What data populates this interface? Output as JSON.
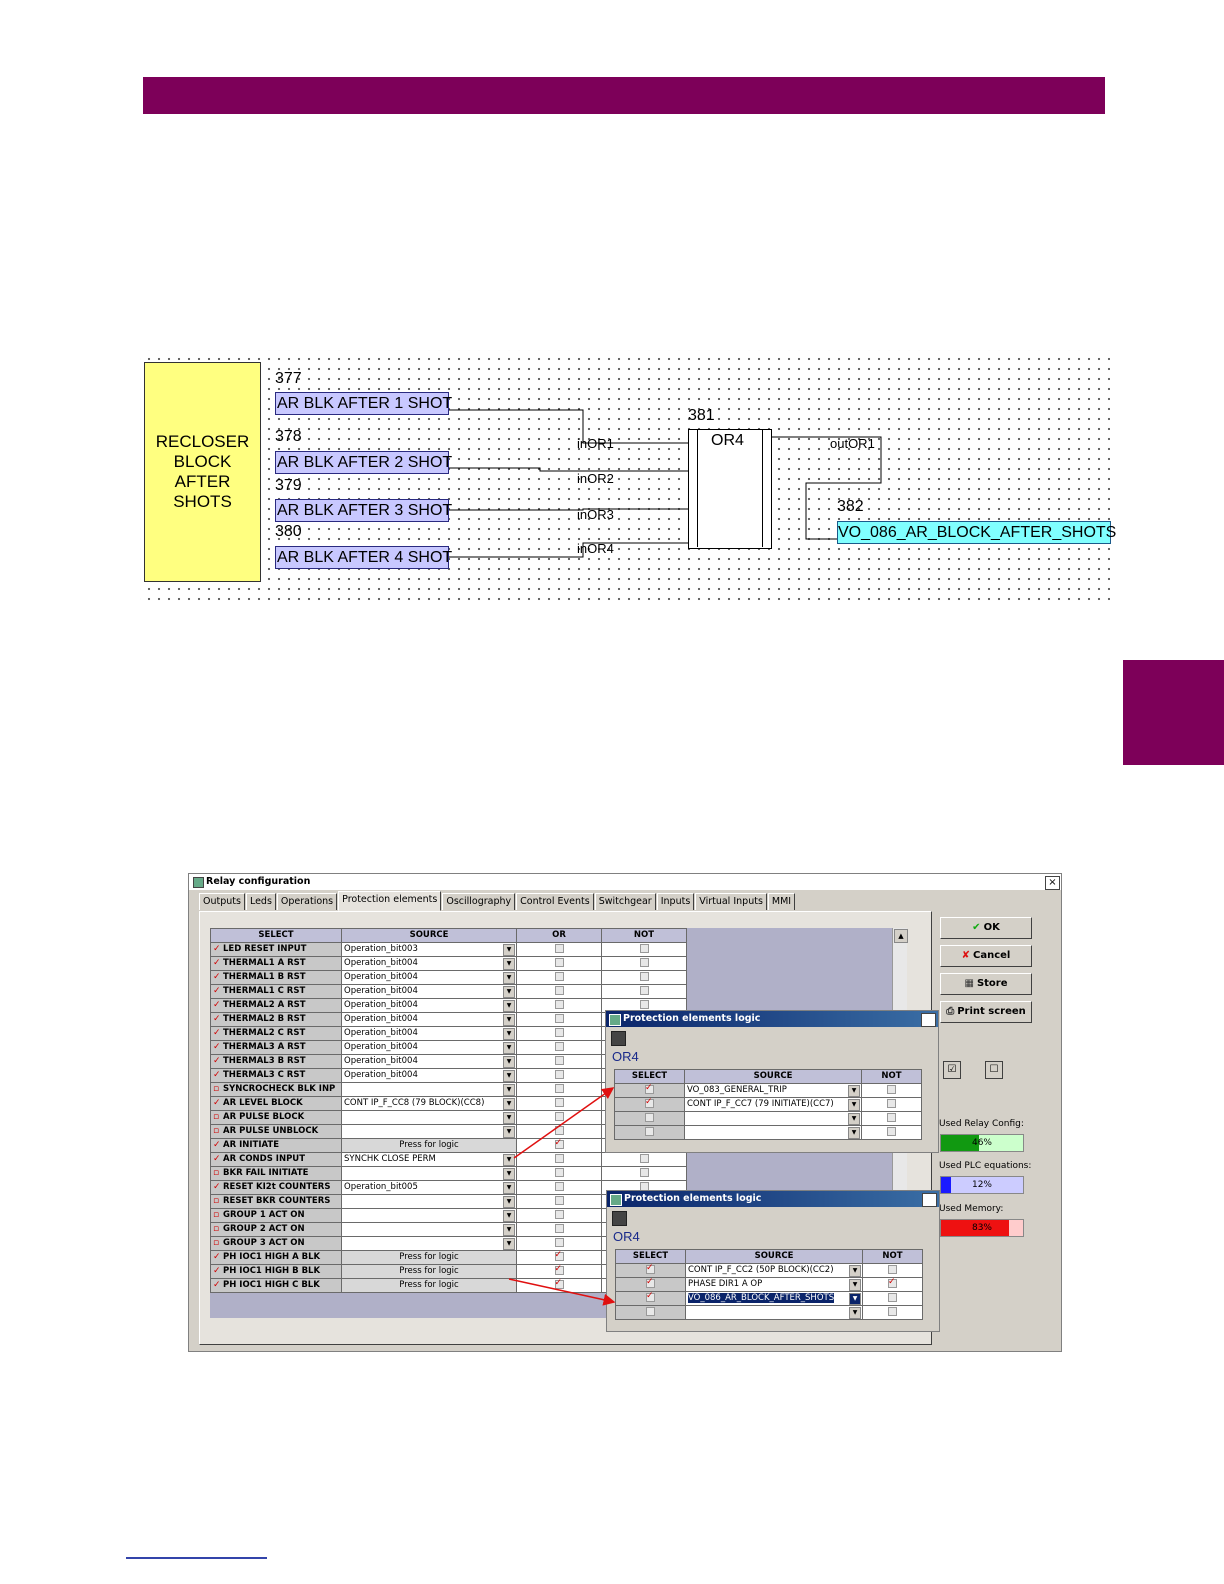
{
  "diagram": {
    "label": "RECLOSER\nBLOCK AFTER\nSHOTS",
    "inputs": [
      {
        "id": "377",
        "name": "AR BLK AFTER 1 SHOT",
        "pin": "inOR1"
      },
      {
        "id": "378",
        "name": "AR BLK AFTER 2 SHOT",
        "pin": "inOR2"
      },
      {
        "id": "379",
        "name": "AR BLK AFTER 3 SHOT",
        "pin": "inOR3"
      },
      {
        "id": "380",
        "name": "AR BLK AFTER 4 SHOT",
        "pin": "inOR4"
      }
    ],
    "gate": {
      "id": "381",
      "name": "OR4",
      "out_pin": "outOR1"
    },
    "output": {
      "id": "382",
      "name": "VO_086_AR_BLOCK_AFTER_SHOTS"
    }
  },
  "dialog": {
    "title": "Relay configuration",
    "close": "×",
    "tabs": [
      "Outputs",
      "Leds",
      "Operations",
      "Protection elements",
      "Oscillography",
      "Control Events",
      "Switchgear",
      "Inputs",
      "Virtual Inputs",
      "MMI"
    ],
    "active_tab": "Protection elements",
    "columns": {
      "select": "SELECT",
      "source": "SOURCE",
      "or": "OR",
      "not": "NOT"
    },
    "rows": [
      {
        "select": "LED RESET INPUT",
        "source": "Operation_bit003"
      },
      {
        "select": "THERMAL1 A RST",
        "source": "Operation_bit004"
      },
      {
        "select": "THERMAL1 B RST",
        "source": "Operation_bit004"
      },
      {
        "select": "THERMAL1 C RST",
        "source": "Operation_bit004"
      },
      {
        "select": "THERMAL2 A RST",
        "source": "Operation_bit004"
      },
      {
        "select": "THERMAL2 B RST",
        "source": "Operation_bit004"
      },
      {
        "select": "THERMAL2 C RST",
        "source": "Operation_bit004"
      },
      {
        "select": "THERMAL3 A RST",
        "source": "Operation_bit004"
      },
      {
        "select": "THERMAL3 B RST",
        "source": "Operation_bit004"
      },
      {
        "select": "THERMAL3 C RST",
        "source": "Operation_bit004"
      },
      {
        "select": "SYNCROCHECK BLK INP",
        "source": ""
      },
      {
        "select": "AR LEVEL BLOCK",
        "source": "CONT IP_F_CC8 (79 BLOCK)(CC8)"
      },
      {
        "select": "AR PULSE BLOCK",
        "source": ""
      },
      {
        "select": "AR PULSE UNBLOCK",
        "source": ""
      },
      {
        "select": "AR INITIATE",
        "source": "Press for logic"
      },
      {
        "select": "AR CONDS INPUT",
        "source": "SYNCHK CLOSE PERM"
      },
      {
        "select": "BKR FAIL INITIATE",
        "source": ""
      },
      {
        "select": "RESET KI2t COUNTERS",
        "source": "Operation_bit005"
      },
      {
        "select": "RESET BKR COUNTERS",
        "source": ""
      },
      {
        "select": "GROUP 1 ACT ON",
        "source": ""
      },
      {
        "select": "GROUP 2 ACT ON",
        "source": ""
      },
      {
        "select": "GROUP 3 ACT ON",
        "source": ""
      },
      {
        "select": "PH IOC1 HIGH A BLK",
        "source": "Press for logic"
      },
      {
        "select": "PH IOC1 HIGH B BLK",
        "source": "Press for logic"
      },
      {
        "select": "PH IOC1 HIGH C BLK",
        "source": "Press for logic"
      }
    ],
    "buttons": {
      "ok": "OK",
      "cancel": "Cancel",
      "store": "Store",
      "print": "Print screen"
    },
    "meters": {
      "relay_label": "Used Relay Config:",
      "relay_value": "46%",
      "plc_label": "Used PLC equations:",
      "plc_value": "12%",
      "memory_label": "Used Memory:",
      "memory_value": "83%"
    },
    "colors": {
      "relay": "#119911",
      "plc": "#1a1aff",
      "memory": "#ee1111"
    }
  },
  "popup1": {
    "title": "Protection elements logic",
    "name": "OR4",
    "columns": {
      "select": "SELECT",
      "source": "SOURCE",
      "not": "NOT"
    },
    "rows": [
      {
        "source": "VO_083_GENERAL_TRIP"
      },
      {
        "source": "CONT IP_F_CC7 (79 INITIATE)(CC7)"
      },
      {
        "source": ""
      },
      {
        "source": ""
      }
    ]
  },
  "popup2": {
    "title": "Protection elements logic",
    "name": "OR4",
    "columns": {
      "select": "SELECT",
      "source": "SOURCE",
      "not": "NOT"
    },
    "rows": [
      {
        "source": "CONT IP_F_CC2 (50P BLOCK)(CC2)"
      },
      {
        "source": "PHASE DIR1 A OP"
      },
      {
        "source": "VO_086_AR_BLOCK_AFTER_SHOTS"
      },
      {
        "source": ""
      }
    ]
  }
}
